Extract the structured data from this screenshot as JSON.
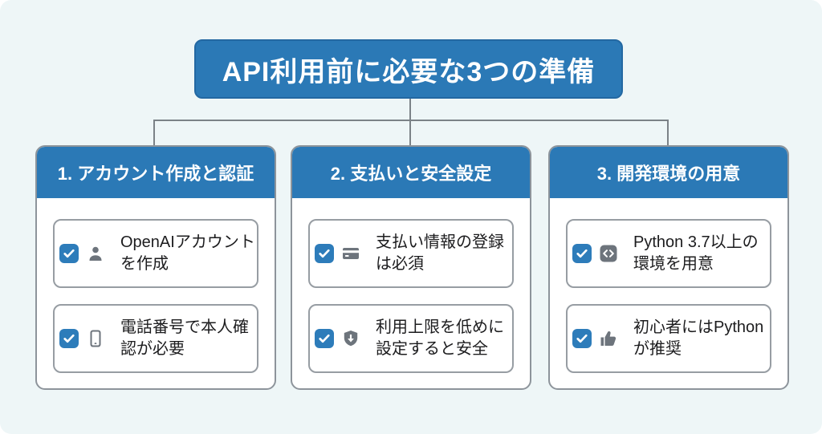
{
  "title": {
    "text": "API利用前に必要な3つの準備"
  },
  "columns": [
    {
      "header": "1. アカウント作成と認証",
      "items": [
        {
          "icon": "user-icon",
          "checked": true,
          "text": "OpenAIアカウントを作成"
        },
        {
          "icon": "smartphone-icon",
          "checked": true,
          "text": "電話番号で本人確認が必要"
        }
      ]
    },
    {
      "header": "2. 支払いと安全設定",
      "items": [
        {
          "icon": "credit-card-icon",
          "checked": true,
          "text": "支払い情報の登録は必須"
        },
        {
          "icon": "shield-arrow-down-icon",
          "checked": true,
          "text": "利用上限を低めに設定すると安全"
        }
      ]
    },
    {
      "header": "3. 開発環境の用意",
      "items": [
        {
          "icon": "code-icon",
          "checked": true,
          "text": "Python 3.7以上の環境を用意"
        },
        {
          "icon": "thumbs-up-icon",
          "checked": true,
          "text": "初心者にはPythonが推奨"
        }
      ]
    }
  ],
  "colors": {
    "background": "#eef6f7",
    "accent_blue": "#2b79b6",
    "checkbox_blue": "#2d7cba",
    "card_border": "#8d949b",
    "item_border": "#979da3",
    "connector": "#7b8287",
    "icon_gray": "#6d747c",
    "text": "#1c1c1e"
  }
}
